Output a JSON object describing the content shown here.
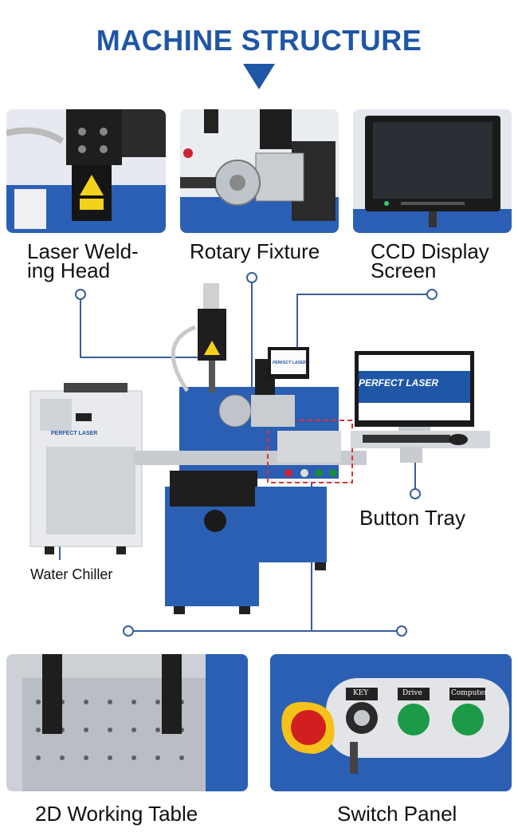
{
  "title": "MACHINE STRUCTURE",
  "top_labels": {
    "welding_head": [
      "Laser Weld-",
      "ing Head"
    ],
    "rotary_fixture": "Rotary Fixture",
    "ccd_screen": [
      "CCD Display",
      "Screen"
    ]
  },
  "callouts": {
    "button_tray": "Button Tray",
    "water_chiller": "Water Chiller"
  },
  "bottom_labels": {
    "working_table": "2D Working Table",
    "switch_panel": "Switch Panel"
  },
  "brand_text": "PERFECT LASER",
  "switch_labels": {
    "key": "KEY",
    "drive": "Drive",
    "computer": "Computer"
  },
  "colors": {
    "accent": "#1f56a6",
    "line": "#3a5e9c",
    "machine_blue": "#2b5fb3"
  }
}
